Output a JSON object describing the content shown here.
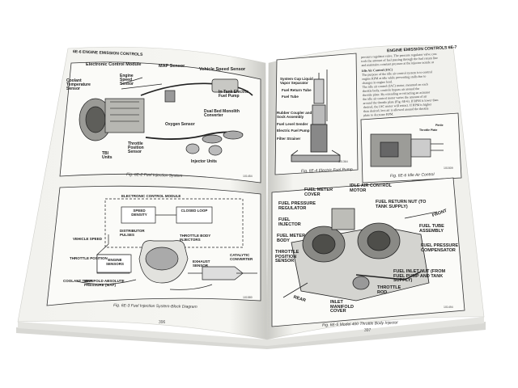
{
  "left_page": {
    "header": "6E-6   ENGINE EMISSION CONTROLS",
    "fig1": {
      "caption": "Fig. 6E-2 Fuel Injection System",
      "code": "101454",
      "labels": [
        "Electronic Control Module",
        "MAP Sensor",
        "Vehicle Speed Sensor",
        "Coolant Temperature Sensor",
        "Engine Speed Sensor",
        "In-Tank Electric Fuel Pump",
        "Dual Bed Monolith Converter",
        "Oxygen Sensor",
        "Throttle Position Sensor",
        "TBI Units",
        "Injector Units"
      ]
    },
    "fig2": {
      "caption": "Fig. 6E-3 Fuel Injection System-Block Diagram",
      "code": "101580",
      "labels": [
        "ELECTRONIC CONTROL MODULE",
        "SPEED DENSITY",
        "CLOSED LOOP",
        "DISTRIBUTOR PULSES",
        "THROTTLE BODY INJECTORS",
        "VEHICLE SPEED",
        "THROTTLE POSITION",
        "ENGINE SENSORS",
        "EXHAUST SENSOR",
        "CATALYTIC CONVERTER",
        "COOLANT TEMP",
        "MANIFOLD ABSOLUTE PRESSURE (MAP)"
      ]
    },
    "page_number": "396"
  },
  "right_page": {
    "header": "ENGINE EMISSION CONTROLS   6E-7",
    "text_lines": [
      "pressure regulator valve. The pressure regulator valve con-",
      "trols the amount of fuel passing through the fuel return line",
      "and maintains constant pressure at the injector nozzle at",
      "Idle Air Control (IAC)",
      "The purpose of the idle air control system is to control",
      "engine RPM at idle while preventing stalls due to",
      "changes in engine load.",
      "The idle air control (IAC) motor, mounted on each",
      "throttle body, controls bypass air around the",
      "throttle plate. By extending or retracting an actuator",
      "the idle air control motor varies the amount of air",
      "around the throttle plate (Fig. 6E-6). If RPM is lower than",
      "desired, the IAC motor will retract. If RPM is higher",
      "than desired, less air is allowed around the throttle",
      "plate to decrease RPM."
    ],
    "fig3": {
      "caption": "Fig. 6E-4 Electric Fuel Pump",
      "code": "101364",
      "labels": [
        "System Cup Liquid Vapor Separator",
        "Fuel Return Tube",
        "Fuel Tube",
        "Rubber Coupler and Sock Assembly",
        "Fuel Level Sender",
        "Electric Fuel Pump",
        "Filter Strainer"
      ]
    },
    "fig4": {
      "caption": "Fig. 6E-6 Idle Air Control",
      "code": "101509",
      "labels": [
        "Pintle",
        "Throttle Plate"
      ]
    },
    "fig5": {
      "caption": "Fig. 6E-5 Model 400 Throttle Body Injector",
      "code": "101494",
      "labels": [
        "FUEL METER COVER",
        "IDLE AIR CONTROL MOTOR",
        "FUEL PRESSURE REGULATOR",
        "FUEL RETURN NUT (TO TANK SUPPLY)",
        "FUEL INJECTOR",
        "FRONT",
        "FUEL METER BODY",
        "FUEL TUBE ASSEMBLY",
        "THROTTLE POSITION SENSOR",
        "FUEL PRESSURE COMPENSATOR",
        "FUEL INLET NUT (FROM FUEL PUMP AND TANK SUPPLY)",
        "REAR",
        "THROTTLE ROD",
        "INLET MANIFOLD COVER"
      ]
    },
    "page_number": "397"
  }
}
